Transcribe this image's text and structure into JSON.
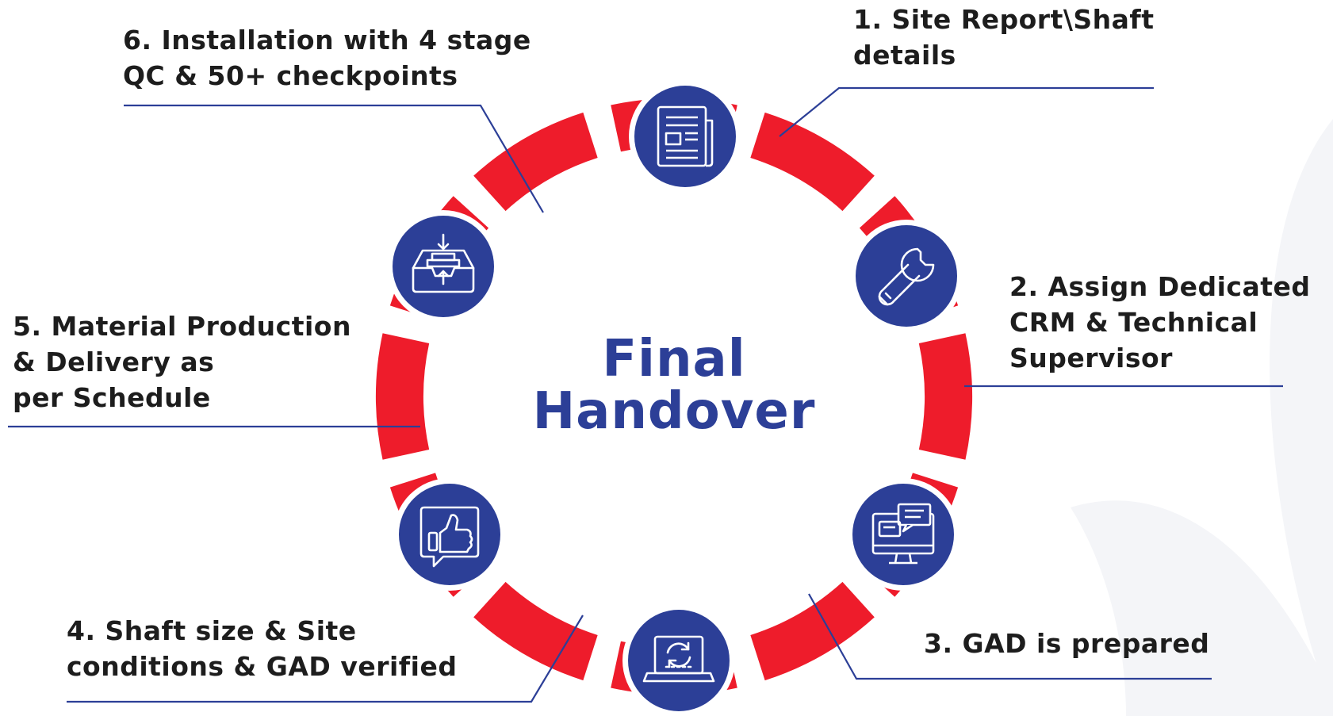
{
  "center": {
    "line1": "Final",
    "line2": "Handover"
  },
  "colors": {
    "ring": "#ee1c2b",
    "node": "#2c3f97",
    "connector": "#2c3f97",
    "icon": "#ffffff",
    "text": "#1d1d1d"
  },
  "steps": [
    {
      "lines": [
        "1. Site Report\\Shaft",
        "details"
      ],
      "icon": "newspaper-icon"
    },
    {
      "lines": [
        "2. Assign Dedicated",
        "CRM & Technical",
        "Supervisor"
      ],
      "icon": "wrench-icon"
    },
    {
      "lines": [
        "3. GAD is prepared"
      ],
      "icon": "monitor-chat-icon"
    },
    {
      "lines": [
        "4. Shaft size & Site",
        "conditions & GAD verified"
      ],
      "icon": "laptop-sync-icon"
    },
    {
      "lines": [
        "5. Material Production",
        "& Delivery as",
        "per Schedule"
      ],
      "icon": "thumbs-up-icon"
    },
    {
      "lines": [
        "6. Installation with 4 stage",
        "QC & 50+ checkpoints"
      ],
      "icon": "inbox-tray-icon"
    }
  ]
}
